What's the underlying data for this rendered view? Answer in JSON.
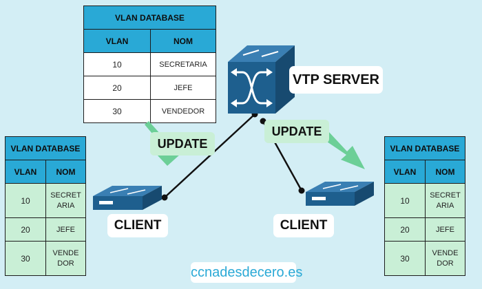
{
  "server_table": {
    "title": "VLAN DATABASE",
    "col_vlan": "VLAN",
    "col_nom": "NOM",
    "rows": [
      {
        "vlan": "10",
        "nom": "SECRETARIA"
      },
      {
        "vlan": "20",
        "nom": "JEFE"
      },
      {
        "vlan": "30",
        "nom": "VENDEDOR"
      }
    ]
  },
  "client_left_table": {
    "title": "VLAN DATABASE",
    "col_vlan": "VLAN",
    "col_nom": "NOM",
    "rows": [
      {
        "vlan": "10",
        "nom_line1": "SECRET",
        "nom_line2": "ARIA"
      },
      {
        "vlan": "20",
        "nom_line1": "JEFE",
        "nom_line2": ""
      },
      {
        "vlan": "30",
        "nom_line1": "VENDE",
        "nom_line2": "DOR"
      }
    ]
  },
  "client_right_table": {
    "title": "VLAN DATABASE",
    "col_vlan": "VLAN",
    "col_nom": "NOM",
    "rows": [
      {
        "vlan": "10",
        "nom_line1": "SECRET",
        "nom_line2": "ARIA"
      },
      {
        "vlan": "20",
        "nom_line1": "JEFE",
        "nom_line2": ""
      },
      {
        "vlan": "30",
        "nom_line1": "VENDE",
        "nom_line2": "DOR"
      }
    ]
  },
  "labels": {
    "server": "VTP SERVER",
    "client_left": "CLIENT",
    "client_right": "CLIENT",
    "update_left": "UPDATE",
    "update_right": "UPDATE",
    "website": "ccnadesdecero.es"
  },
  "colors": {
    "background": "#d3eef5",
    "table_header": "#29a9d6",
    "client_cell": "#c9efd6",
    "arrow": "#6ccf97",
    "device": "#1e5f8e"
  },
  "icons": [
    "layer3-switch-icon",
    "switch-icon",
    "update-arrow-icon",
    "link-line"
  ]
}
